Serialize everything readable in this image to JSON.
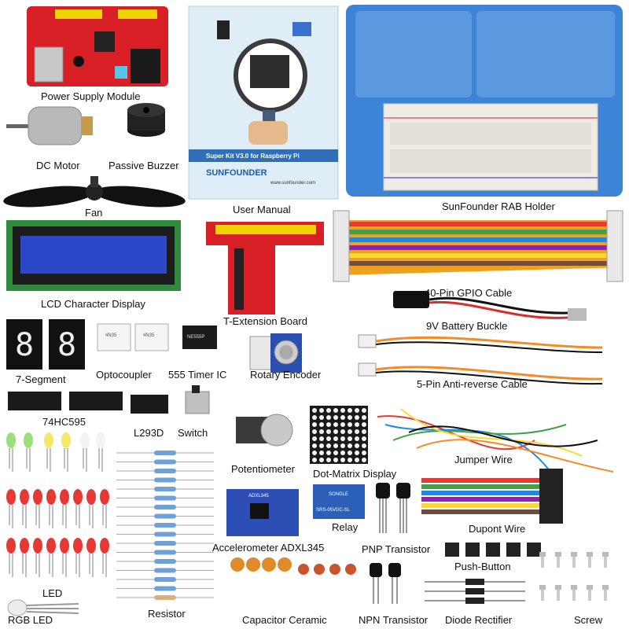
{
  "labels": {
    "power_supply": "Power Supply Module",
    "dc_motor": "DC Motor",
    "passive_buzzer": "Passive Buzzer",
    "fan": "Fan",
    "user_manual": "User Manual",
    "rab_holder": "SunFounder RAB Holder",
    "lcd": "LCD Character Display",
    "t_extension": "T-Extension Board",
    "gpio_cable": "40-Pin GPIO Cable",
    "battery_buckle": "9V Battery Buckle",
    "seven_segment": "7-Segment",
    "optocoupler": "Optocoupler",
    "timer_555": "555 Timer IC",
    "rotary_encoder": "Rotary Encoder",
    "anti_reverse_cable": "5-Pin Anti-reverse Cable",
    "hc595": "74HC595",
    "l293d": "L293D",
    "switch": "Switch",
    "potentiometer": "Potentiometer",
    "dot_matrix": "Dot-Matrix Display",
    "jumper_wire": "Jumper Wire",
    "relay": "Relay",
    "dupont_wire": "Dupont Wire",
    "accelerometer": "Accelerometer ADXL345",
    "pnp": "PNP Transistor",
    "push_button": "Push-Button",
    "led": "LED",
    "rgb_led": "RGB LED",
    "resistor": "Resistor",
    "capacitor": "Capacitor Ceramic",
    "npn": "NPN Transistor",
    "diode": "Diode Rectifier",
    "screw": "Screw"
  },
  "manual": {
    "title": "Super Kit V3.0 for Raspberry Pi",
    "brand": "SUNFOUNDER",
    "url": "www.sunfounder.com"
  },
  "chip_text": {
    "optocoupler_a": "4N35",
    "optocoupler_b": "4N35",
    "timer": "NE555P",
    "accelerometer": "ADXL345",
    "relay": "SRS-05VDC-SL",
    "relay_brand": "SONGLE"
  },
  "colors": {
    "pcb_red": "#d81f26",
    "rab_blue": "#3d83d6",
    "lcd_blue": "#2c48c8",
    "manual_blue": "#2f6fb8",
    "relay_blue": "#2b5fb8",
    "accel_blue": "#2d4fb5"
  }
}
